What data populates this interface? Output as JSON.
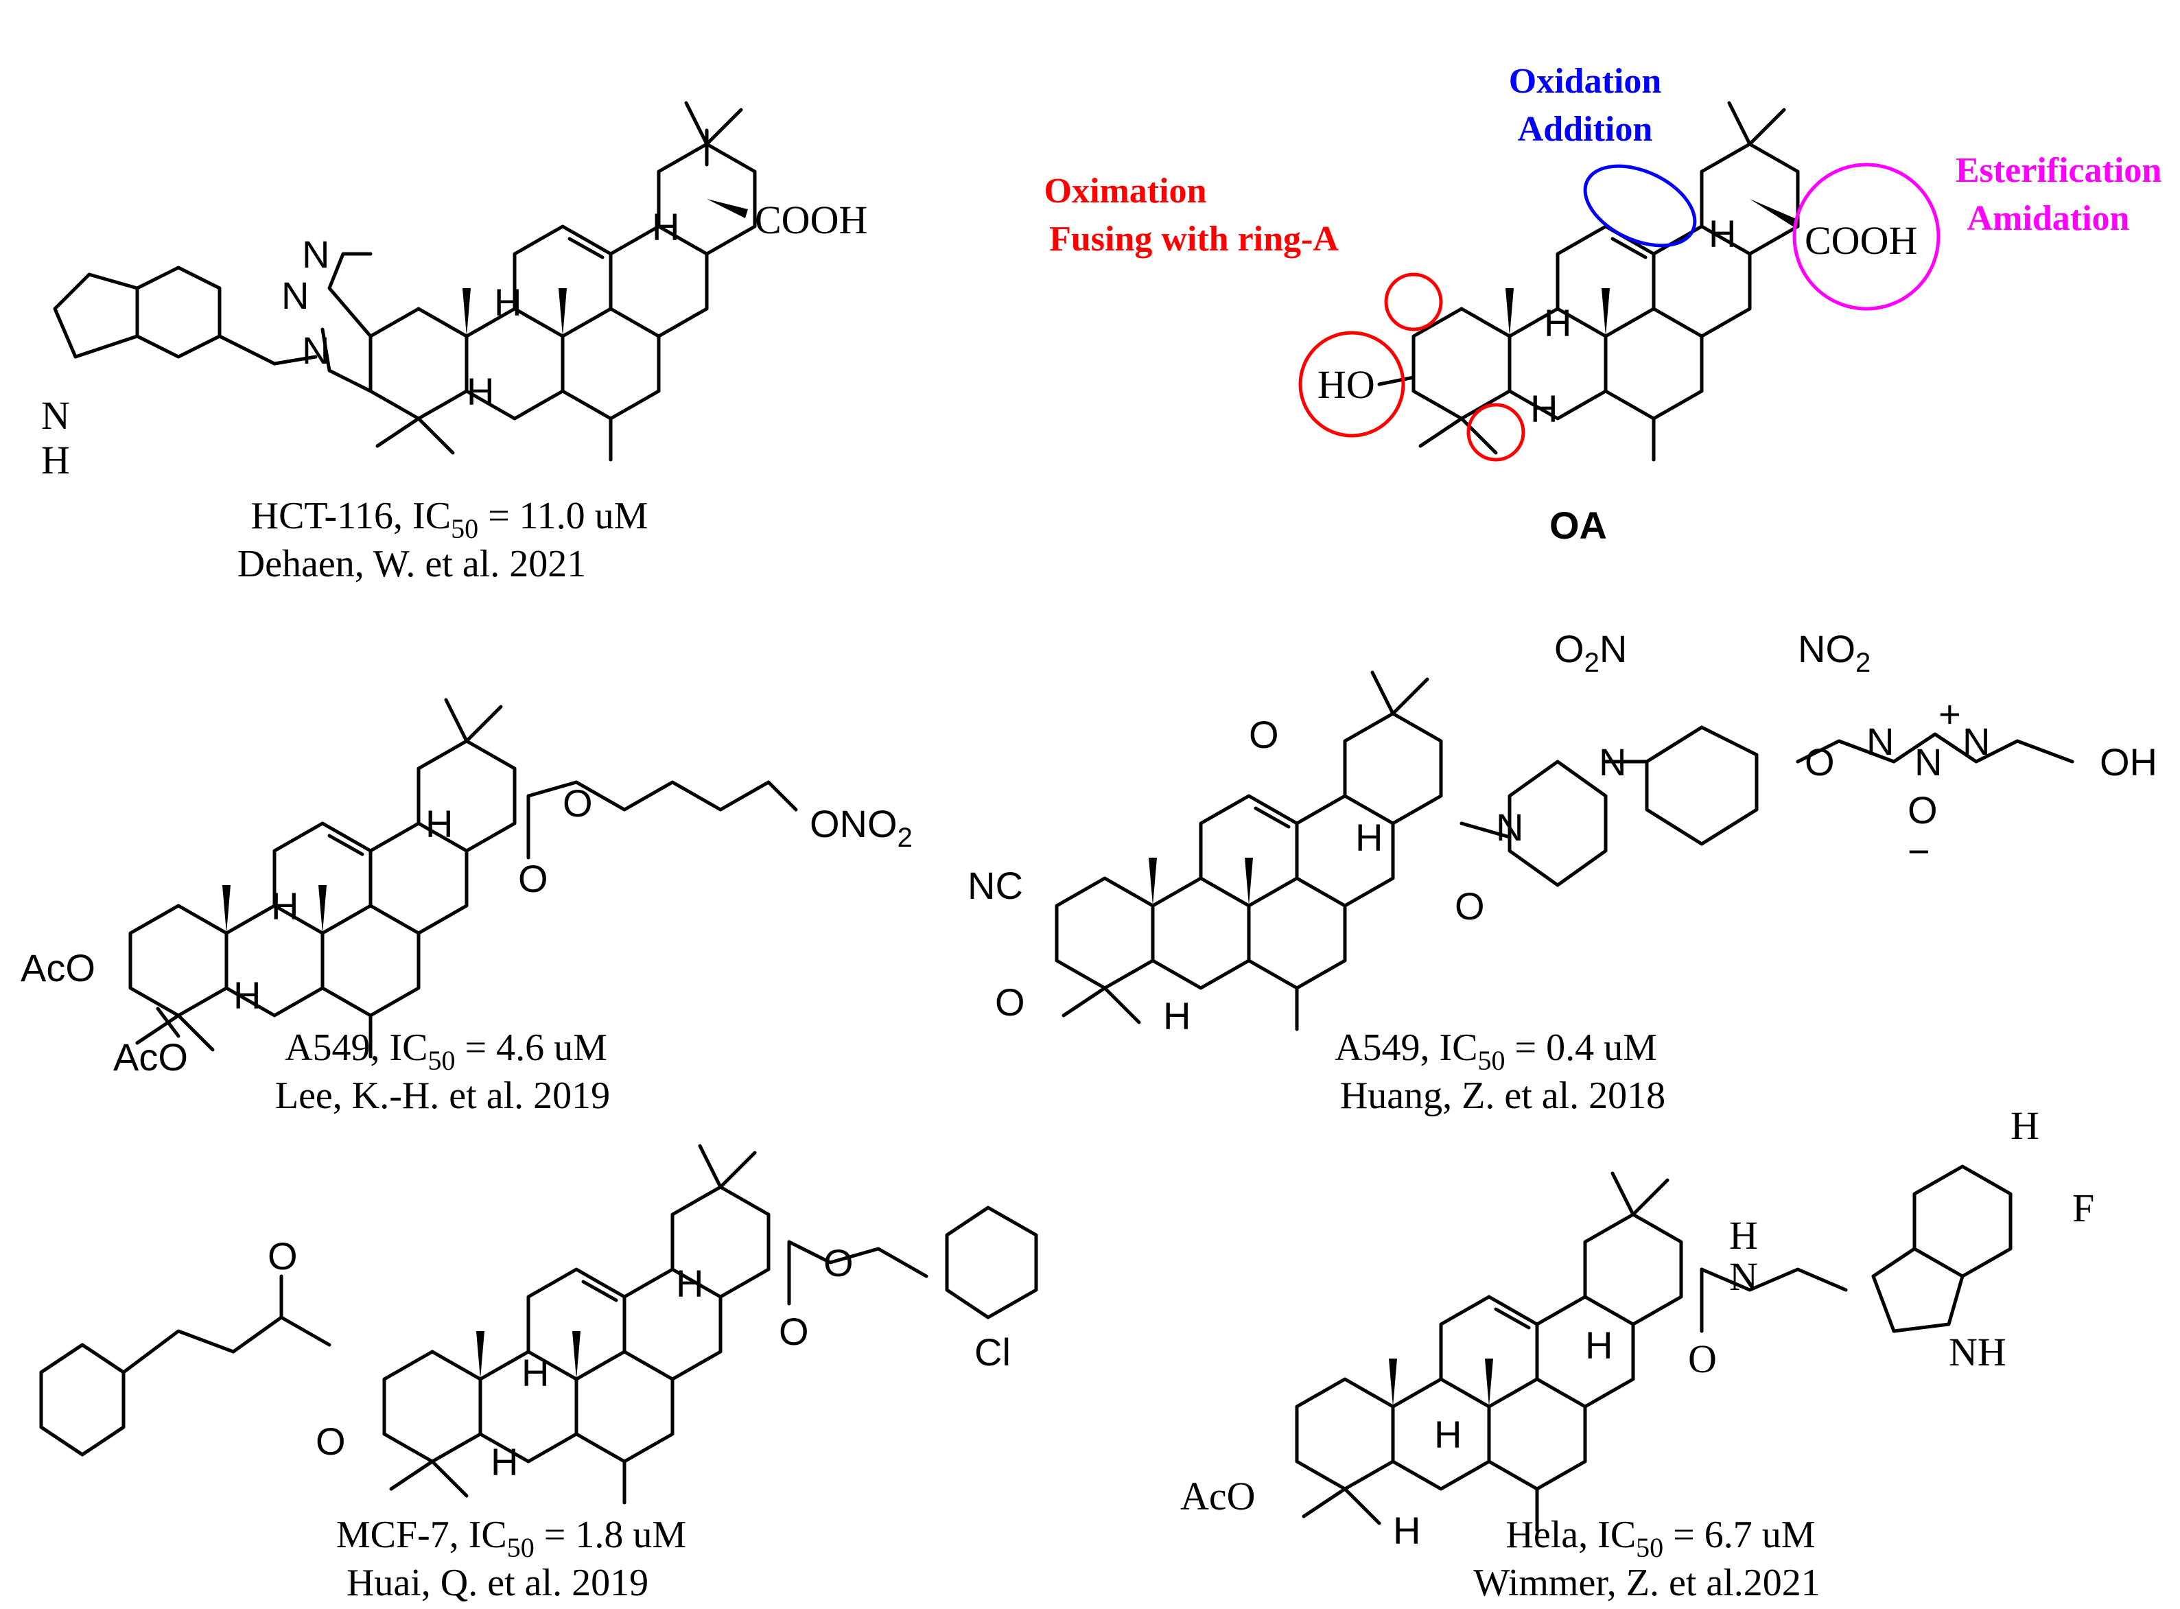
{
  "colors": {
    "red": "#ff0000",
    "blue": "#0000ff",
    "magenta": "#ff00ff",
    "black": "#000000"
  },
  "oa": {
    "title": "OA",
    "labels": {
      "oximation": "Oximation",
      "fusing": "Fusing with ring-A",
      "oxidation": "Oxidation",
      "addition": "Addition",
      "esterification": "Esterification",
      "amidation": "Amidation"
    }
  },
  "atoms": {
    "cooh": "COOH",
    "h": "H",
    "ho": "HO",
    "n": "N",
    "nh": "NH",
    "o": "O",
    "aco": "AcO",
    "ono2": "ONO",
    "o2n": "O",
    "no2": "NO",
    "nc": "NC",
    "oh": "OH",
    "cl": "Cl",
    "f": "F",
    "plus": "+",
    "minus": "−",
    "two": "2"
  },
  "compounds": [
    {
      "cell": "HCT-116,  IC",
      "sub": "50",
      "value": " = 11.0  uM",
      "ref": "Dehaen,  W.  et al. 2021"
    },
    {
      "cell": "A549,  IC",
      "sub": "50",
      "value": " = 4.6 uM",
      "ref": "Lee, K.-H. et al. 2019"
    },
    {
      "cell": "A549, IC",
      "sub": "50",
      "value": " = 0.4 uM",
      "ref": "Huang, Z. et al. 2018"
    },
    {
      "cell": "MCF-7, IC",
      "sub": "50",
      "value": " = 1.8 uM",
      "ref": "Huai, Q. et al. 2019"
    },
    {
      "cell": "Hela,  IC",
      "sub": "50",
      "value": " = 6.7 uM",
      "ref": "Wimmer, Z. et al.2021"
    }
  ]
}
